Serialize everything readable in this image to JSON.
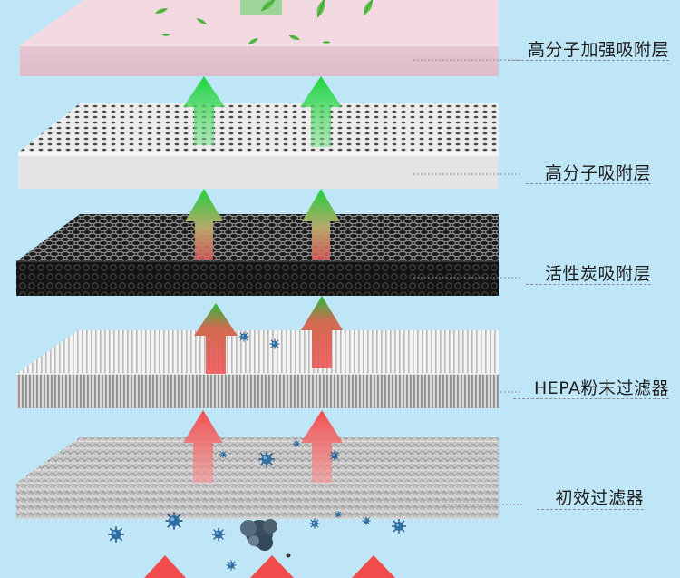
{
  "layers": [
    {
      "id": "polymer-enhanced",
      "label": "高分子加强吸附层"
    },
    {
      "id": "polymer",
      "label": "高分子吸附层"
    },
    {
      "id": "activated-carbon",
      "label": "活性炭吸附层"
    },
    {
      "id": "hepa",
      "label": "HEPA粉末过滤器"
    },
    {
      "id": "primary",
      "label": "初效过滤器"
    }
  ],
  "colors": {
    "background": "#bfe6f6",
    "airflow_clean": "#2fd14a",
    "airflow_dirty": "#f04848",
    "leaf": "#5cc24a",
    "particle": "#2b5f8f"
  },
  "icons": [
    "leaf-icon",
    "bacteria-icon",
    "dust-particle-icon",
    "airflow-arrow-icon"
  ]
}
